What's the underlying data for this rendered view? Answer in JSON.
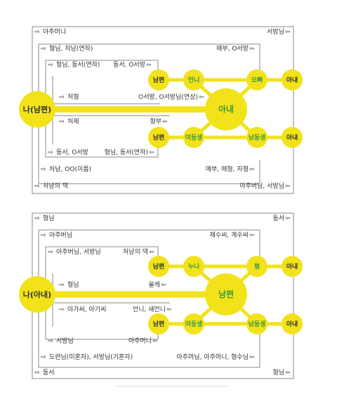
{
  "colors": {
    "yellow": "#f2e21a",
    "frame": "#888888",
    "green_text": "#3e9b3e",
    "arrow": "#666666"
  },
  "diagram_top": {
    "frame_labels": {
      "f1_left": "아주머니",
      "f1_right": "서방님",
      "f2_left": "형님, 처남(연하)",
      "f2_right": "매부, O서방",
      "f3_left": "형님, 동서(연하)",
      "f3_right": "동서, O서방",
      "f4_left": "처형",
      "f4_right": "O서방, O서방님(연상)",
      "f5_left": "처제",
      "f5_right": "형부",
      "f6_left": "동서, O서방",
      "f6_right": "형님, 동서(연하)",
      "f7_left": "처남, OO(이름)",
      "f7_right": "매부, 매형, 자형",
      "f8_left": "처남의 댁",
      "f8_right": "아주버님, 서방님"
    },
    "nodes": {
      "me": "나(남편)",
      "center": "아내",
      "upper_left": "남편",
      "upper_left_mid": "언니",
      "upper_right_mid": "오빠",
      "upper_right": "아내",
      "lower_left": "남편",
      "lower_left_mid": "여동생",
      "lower_right_mid": "남동생",
      "lower_right": "아내"
    }
  },
  "diagram_bottom": {
    "frame_labels": {
      "f1_left": "형님",
      "f1_right": "동서",
      "f2_left": "아주버님",
      "f2_right": "제수씨, 계수씨",
      "f3_left": "아주버님, 서방님",
      "f3_right": "처남의 댁",
      "f4_left": "형님",
      "f4_right": "올케",
      "f5_left": "아가씨, 아기씨",
      "f5_right": "언니, 새언니",
      "f6_left": "서방님",
      "f6_right": "아주머니",
      "f7_left": "도련님(미혼자), 서방님(기혼자)",
      "f7_right": "아주머님, 아주머니, 형수님",
      "f8_left": "동서",
      "f8_right": "형님"
    },
    "nodes": {
      "me": "나(아내)",
      "center": "남편",
      "upper_left": "남편",
      "upper_left_mid": "누나",
      "upper_right_mid": "형",
      "upper_right": "아내",
      "lower_left": "남편",
      "lower_left_mid": "여동생",
      "lower_right_mid": "남동생",
      "lower_right": "아내"
    }
  }
}
